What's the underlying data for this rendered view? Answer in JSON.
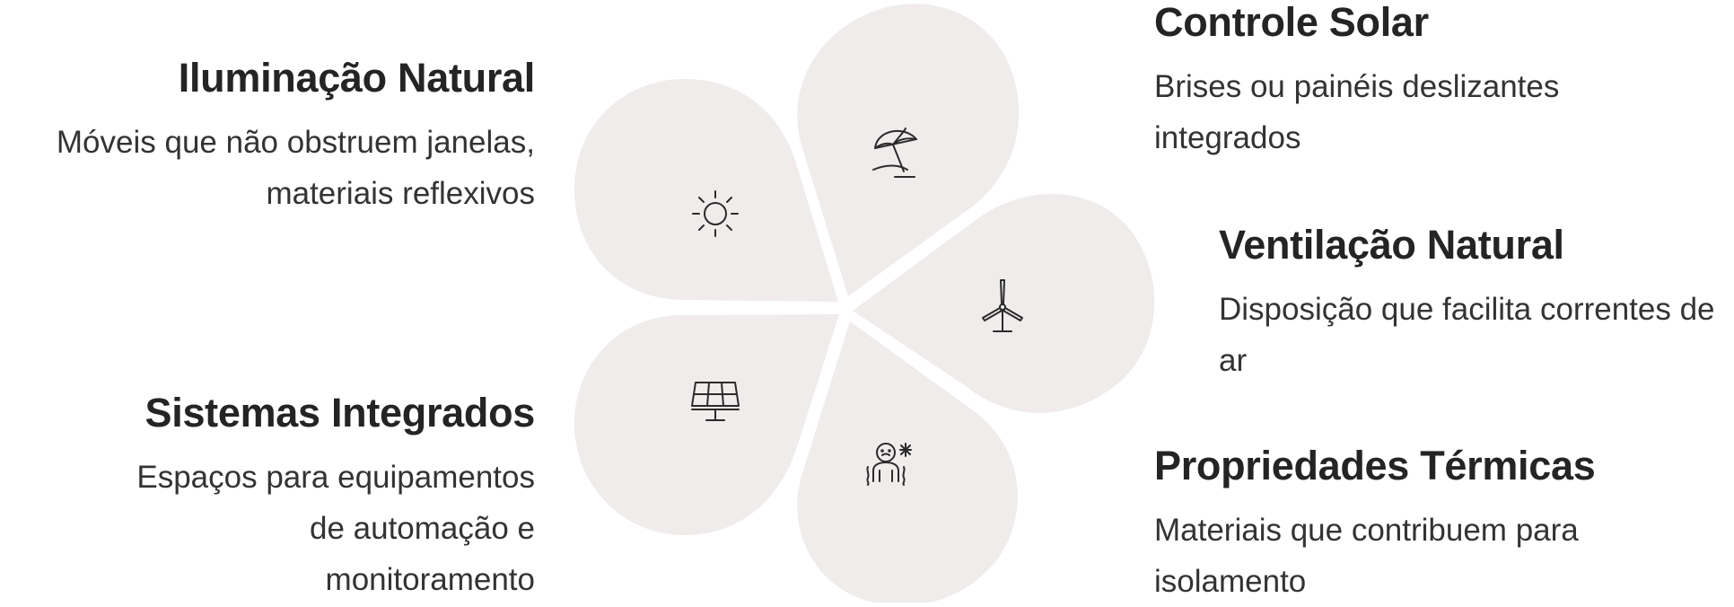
{
  "colors": {
    "petal": "#efeceb",
    "icon": "#2b2b2b",
    "heading": "#242424",
    "text": "#333333",
    "background": "#ffffff"
  },
  "petals": [
    {
      "id": "iluminacao",
      "icon": "sun-icon",
      "title": "Iluminação Natural",
      "description": "Móveis que não obstruem janelas, materiais reflexivos"
    },
    {
      "id": "controle",
      "icon": "beach-umbrella-icon",
      "title": "Controle Solar",
      "description": "Brises ou painéis deslizantes integrados"
    },
    {
      "id": "ventilacao",
      "icon": "wind-turbine-icon",
      "title": "Ventilação Natural",
      "description": "Disposição que facilita correntes de ar"
    },
    {
      "id": "termicas",
      "icon": "cold-person-icon",
      "title": "Propriedades Térmicas",
      "description": "Materiais que contribuem para isolamento"
    },
    {
      "id": "sistemas",
      "icon": "solar-panel-icon",
      "title": "Sistemas Integrados",
      "description": "Espaços para equipamentos de automação e monitoramento"
    }
  ]
}
